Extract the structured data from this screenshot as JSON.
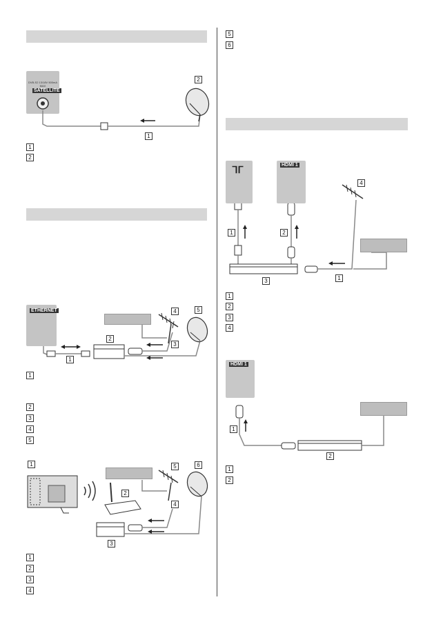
{
  "left_column": {
    "section_bars": 2,
    "satellite_panel": {
      "label": "SATELLITE",
      "small_text": "DVB-S2 13/18V 500mA MAX"
    },
    "callouts_sat": [
      "1",
      "2"
    ],
    "network_panel": {
      "label": "ETHERNET"
    },
    "callouts_net": [
      "1",
      "2",
      "3",
      "4",
      "5"
    ],
    "callouts_wifi": [
      "1",
      "2",
      "3",
      "4",
      "5",
      "6"
    ]
  },
  "right_column": {
    "callouts_top": [
      "5",
      "6"
    ],
    "hdmi_label": "HDMI 1",
    "callouts_av": [
      "1",
      "2",
      "3",
      "4"
    ],
    "callouts_hdmi": [
      "1",
      "2"
    ]
  },
  "colors": {
    "bar": "#d6d6d6",
    "panel": "#c4c4c4",
    "cable": "#888888"
  }
}
